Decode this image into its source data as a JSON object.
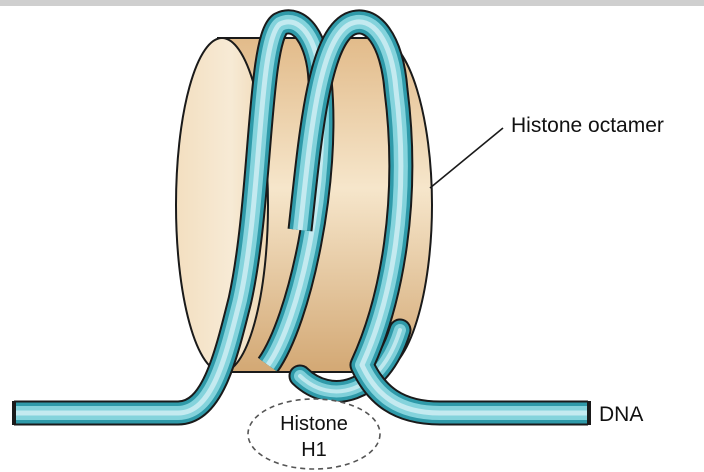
{
  "labels": {
    "octamer": "Histone octamer",
    "dna": "DNA",
    "h1_line1": "Histone",
    "h1_line2": "H1"
  },
  "colors": {
    "histone_light": "#f8eedd",
    "histone_mid": "#efd7b0",
    "histone_dark": "#d2a671",
    "dna_light": "#bfe8ee",
    "dna_mid": "#7fcfd9",
    "dna_dark": "#2f9aa9",
    "outline": "#1a1a1a"
  }
}
